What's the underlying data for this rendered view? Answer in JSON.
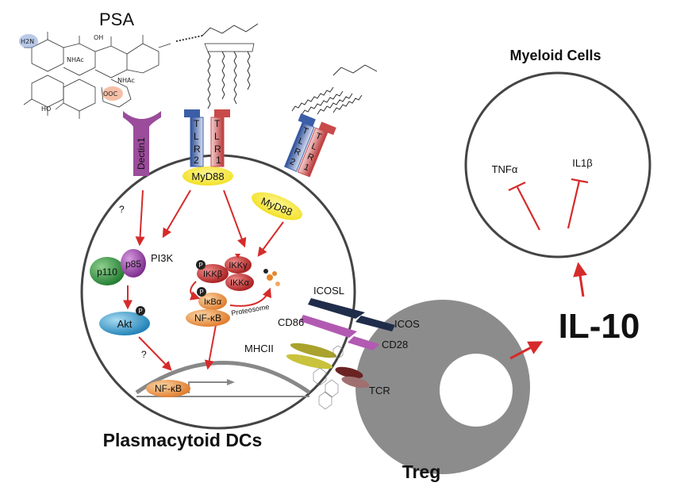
{
  "title_psa": "PSA",
  "receptors": {
    "dectin1": "Dectin1",
    "tlr2": "TLR2",
    "tlr1": "TLR1",
    "myd88": "MyD88"
  },
  "cells": {
    "pdc": "Plasmacytoid DCs",
    "treg": "Treg",
    "myeloid": "Myeloid Cells"
  },
  "signaling": {
    "pi3k": "PI3K",
    "p110": "p110",
    "p85": "p85",
    "akt": "Akt",
    "ikkg": "IKKγ",
    "ikkb": "IKKβ",
    "ikka": "IKKα",
    "ikba": "IκBα",
    "nfkb": "NF-κB",
    "proteosome": "Proteosome",
    "phospho": "P",
    "unknown": "?"
  },
  "surface": {
    "icosl": "ICOSL",
    "icos": "ICOS",
    "cd86": "CD86",
    "cd28": "CD28",
    "mhcii": "MHCII",
    "tcr": "TCR"
  },
  "cytokines": {
    "il10": "IL-10",
    "tnfa": "TNFα",
    "il1b": "IL1β"
  },
  "chem_labels": {
    "nh2": "H2N",
    "nhac1": "NHAc",
    "nhac2": "NHAc",
    "ooc": "OOC",
    "oh": "OH",
    "ho": "HO"
  },
  "colors": {
    "arrow": "#d62b2b",
    "dectin": "#9b4c9b",
    "tlr2": "#3b5ea8",
    "tlr1": "#c94a4a",
    "myd88": "#f2e335",
    "treg": "#8c8c8c",
    "icosl": "#1f2d4a",
    "cd86": "#b25ab2",
    "mhcii": "#a9a22c",
    "tcr": "#6b2222"
  }
}
